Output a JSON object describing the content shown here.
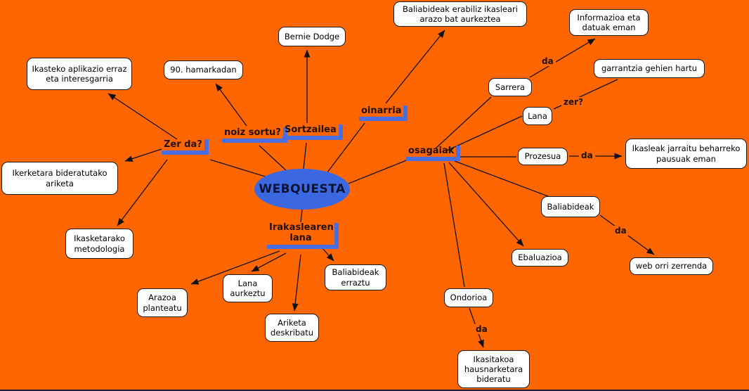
{
  "center": {
    "label": "WEBQUESTA"
  },
  "colors": {
    "background": "#FF6600",
    "node_fill": "#FFFFFF",
    "node_border": "#1A1A1A",
    "center_fill": "#3B68E0",
    "center_text": "#0A1233",
    "label_underline": "#4A6FE3",
    "label_text": "#201000",
    "line": "#111111"
  },
  "linking_labels": [
    {
      "id": "zer-da",
      "label": "Zer da?"
    },
    {
      "id": "noiz-sortu",
      "label": "noiz sortu?"
    },
    {
      "id": "sortzailea",
      "label": "Sortzailea"
    },
    {
      "id": "oinarria",
      "label": "oinarria"
    },
    {
      "id": "osagaiak",
      "label": "osagaiak"
    },
    {
      "id": "irakaslearen",
      "label": "Irakaslearen lana"
    }
  ],
  "edge_labels": [
    {
      "id": "da-sarrera",
      "label": "da"
    },
    {
      "id": "zer-lana",
      "label": "zer?"
    },
    {
      "id": "da-prozesua",
      "label": "da"
    },
    {
      "id": "da-baliabideak",
      "label": "da"
    },
    {
      "id": "da-ondorioa",
      "label": "da"
    }
  ],
  "nodes": [
    {
      "id": "ikasteko",
      "label": "Ikasteko aplikazio erraz eta interesgarria"
    },
    {
      "id": "ikerketara",
      "label": "Ikerketara bideratutako ariketa"
    },
    {
      "id": "ikasketarako",
      "label": "Ikasketarako metodologia"
    },
    {
      "id": "hamarkadan",
      "label": "90. hamarkadan"
    },
    {
      "id": "bernie-dodge",
      "label": "Bernie Dodge"
    },
    {
      "id": "baliabideak-erabiliz",
      "label": "Baliabideak erabiliz ikasleari arazo bat aurkeztea"
    },
    {
      "id": "informazioa",
      "label": "Informazioa eta datuak eman"
    },
    {
      "id": "garrantzia",
      "label": "garrantzia gehien hartu"
    },
    {
      "id": "sarrera",
      "label": "Sarrera"
    },
    {
      "id": "lana",
      "label": "Lana"
    },
    {
      "id": "prozesua",
      "label": "Prozesua"
    },
    {
      "id": "ikasleak-jarraitu",
      "label": "Ikasleak jarraitu beharreko pausuak eman"
    },
    {
      "id": "baliabideak",
      "label": "Baliabideak"
    },
    {
      "id": "ebaluazioa",
      "label": "Ebaluazioa"
    },
    {
      "id": "web-orri",
      "label": "web orri zerrenda"
    },
    {
      "id": "ondorioa",
      "label": "Ondorioa"
    },
    {
      "id": "ikasitakoa",
      "label": "Ikasitakoa hausnarketara bideratu"
    },
    {
      "id": "arazoa",
      "label": "Arazoa planteatu"
    },
    {
      "id": "lana-aurkeztu",
      "label": "Lana aurkeztu"
    },
    {
      "id": "ariketa",
      "label": "Ariketa deskribatu"
    },
    {
      "id": "baliabideak-erraztu",
      "label": "Baliabideak erraztu"
    }
  ]
}
